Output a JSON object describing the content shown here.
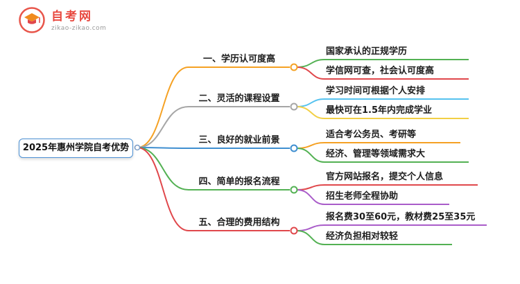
{
  "logo": {
    "name": "自考网",
    "domain": "zikao-zikao.com"
  },
  "colors": {
    "root_border": "#4a8fd3",
    "logo_red": "#e8483f",
    "logo_orange": "#f08b1e",
    "junction": "#7a9cc6",
    "text": "#1c1c1c"
  },
  "root": {
    "label": "2025年惠州学院自考优势"
  },
  "branches": [
    {
      "label": "一、学历认可度高",
      "color": "#f5a123",
      "leaves": [
        {
          "label": "国家承认的正规学历",
          "color": "#53b153"
        },
        {
          "label": "学信网可查，社会认可度高",
          "color": "#e0474b"
        }
      ]
    },
    {
      "label": "二、灵活的课程设置",
      "color": "#a6a6a6",
      "leaves": [
        {
          "label": "学习时间可根据个人安排",
          "color": "#55c2ef"
        },
        {
          "label": "最快可在1.5年内完成学业",
          "color": "#f2cf45"
        }
      ]
    },
    {
      "label": "三、良好的就业前景",
      "color": "#3e8ed0",
      "leaves": [
        {
          "label": "适合考公务员、考研等",
          "color": "#f5a123"
        },
        {
          "label": "经济、管理等领域需求大",
          "color": "#53b153"
        }
      ]
    },
    {
      "label": "四、简单的报名流程",
      "color": "#53b153",
      "leaves": [
        {
          "label": "官方网站报名，提交个人信息",
          "color": "#e0474b"
        },
        {
          "label": "招生老师全程协助",
          "color": "#a95cc9"
        }
      ]
    },
    {
      "label": "五、合理的费用结构",
      "color": "#e0474b",
      "leaves": [
        {
          "label": "报名费30至60元，教材费25至35元",
          "color": "#a95cc9"
        },
        {
          "label": "经济负担相对较轻",
          "color": "#53b153"
        }
      ]
    }
  ]
}
